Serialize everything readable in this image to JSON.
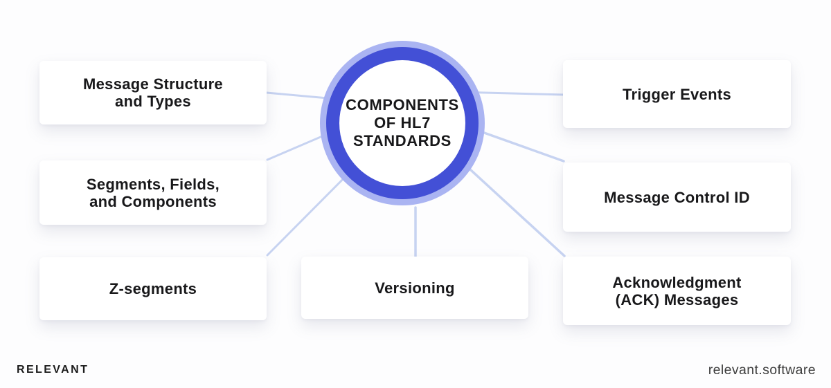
{
  "hub": {
    "title": "COMPONENTS\nOF HL7\nSTANDARDS"
  },
  "nodes": [
    {
      "id": "message-structure-and-types",
      "label": "Message Structure\nand Types"
    },
    {
      "id": "segments-fields-components",
      "label": "Segments, Fields,\nand Components"
    },
    {
      "id": "z-segments",
      "label": "Z-segments"
    },
    {
      "id": "versioning",
      "label": "Versioning"
    },
    {
      "id": "trigger-events",
      "label": "Trigger Events"
    },
    {
      "id": "message-control-id",
      "label": "Message Control ID"
    },
    {
      "id": "acknowledgment-ack-messages",
      "label": "Acknowledgment\n(ACK) Messages"
    }
  ],
  "footer": {
    "brand": "RELEVANT",
    "website": "relevant.software"
  },
  "colors": {
    "ring": "#4350d6",
    "ring-outer": "#aab4f2",
    "connector": "#c7d3f1",
    "text": "#18181a"
  }
}
